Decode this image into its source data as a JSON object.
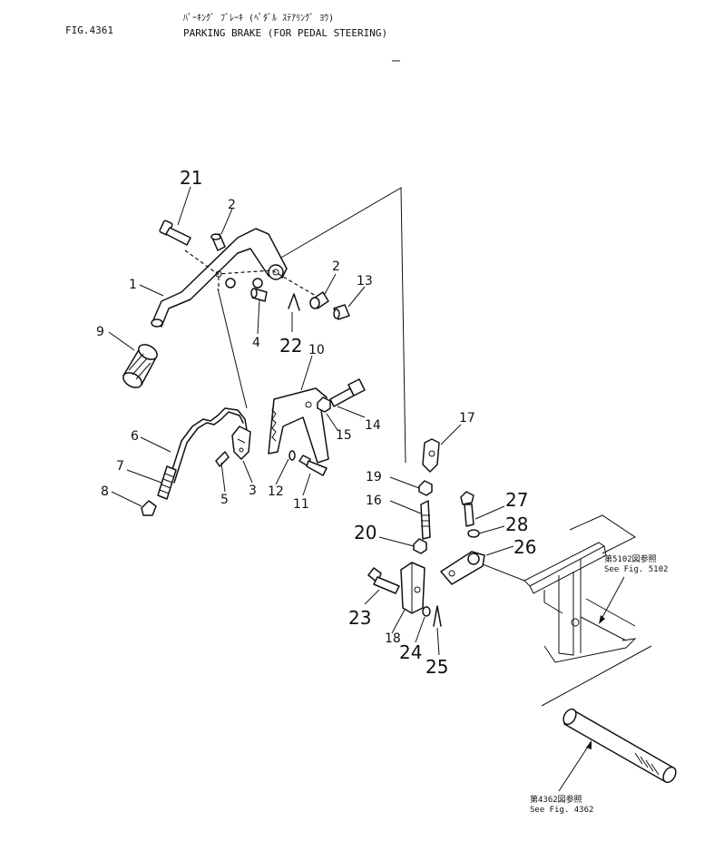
{
  "header": {
    "fig_no": "FIG.4361",
    "title_jp": "ﾊﾟｰｷﾝｸﾞ ﾌﾞﾚｰｷ (ﾍﾟﾀﾞﾙ ｽﾃｱﾘﾝｸﾞ ﾖｳ)",
    "title_en": "PARKING BRAKE (FOR PEDAL STEERING)"
  },
  "callouts": {
    "c1": "1",
    "c2a": "2",
    "c2b": "2",
    "c3": "3",
    "c4": "4",
    "c5": "5",
    "c6": "6",
    "c7": "7",
    "c8": "8",
    "c9": "9",
    "c10": "10",
    "c11": "11",
    "c12": "12",
    "c13": "13",
    "c14": "14",
    "c15": "15",
    "c16": "16",
    "c17": "17",
    "c18": "18",
    "c19": "19",
    "c20": "20",
    "c21": "21",
    "c22": "22",
    "c23": "23",
    "c24": "24",
    "c25": "25",
    "c26": "26",
    "c27": "27",
    "c28": "28"
  },
  "refs": {
    "fig5102_jp": "第5102図参照",
    "fig5102_en": "See Fig. 5102",
    "fig4362_jp": "第4362図参照",
    "fig4362_en": "See Fig. 4362"
  }
}
